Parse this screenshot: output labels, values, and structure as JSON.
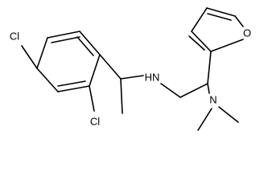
{
  "structure": {
    "atoms": {
      "cl_para": "Cl",
      "cl_ortho": "Cl",
      "amine_nh": "HN",
      "furan_o": "O",
      "dimethyl_n": "N"
    }
  }
}
